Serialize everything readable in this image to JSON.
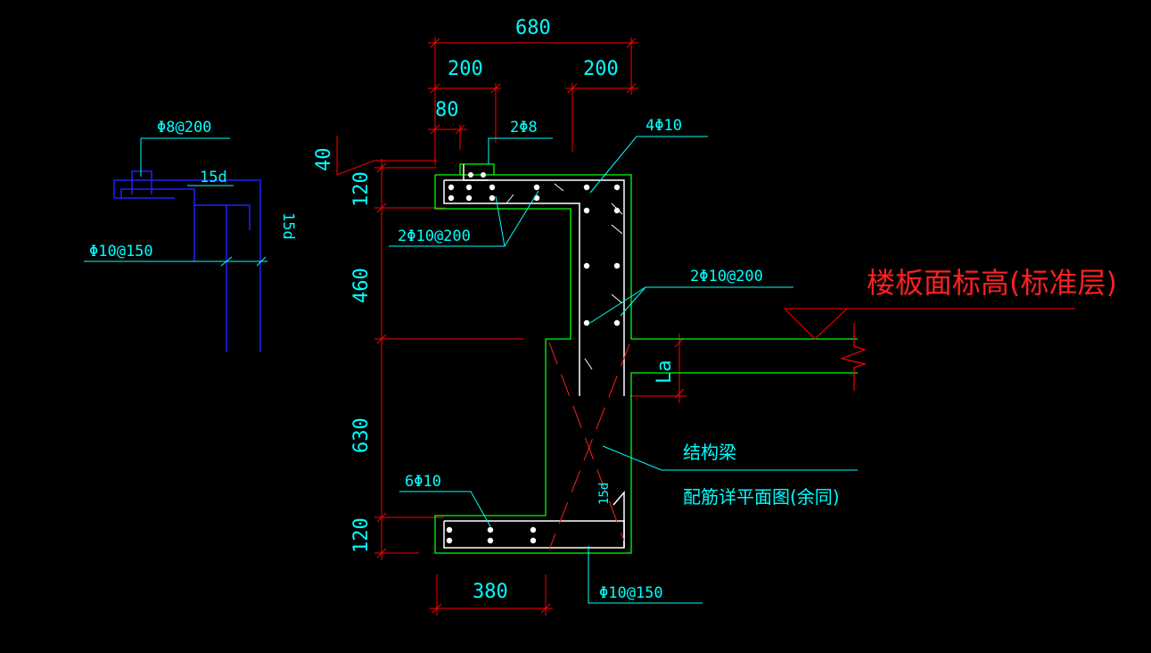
{
  "colors": {
    "background": "#000000",
    "dimension_line": "#ff0000",
    "text": "#00ffff",
    "outline": "#00ff00",
    "rebar": "#ffffff",
    "detail": "#0000ff",
    "section_hatch": "#ff0000"
  },
  "dimensions": {
    "top_total": "680",
    "top_left": "200",
    "top_right": "200",
    "top_small": "80",
    "side_40": "40",
    "side_120_top": "120",
    "side_460": "460",
    "side_630": "630",
    "side_120_bottom": "120",
    "bottom_380": "380",
    "lap": "La",
    "hook_bottom": "15d"
  },
  "rebar_labels": {
    "top_2phi8": "2Φ8",
    "top_4phi10": "4Φ10",
    "upper_2phi10_200": "2Φ10@200",
    "side_2phi10_200": "2Φ10@200",
    "bottom_6phi10": "6Φ10",
    "stirrup_phi10_150": "Φ10@150"
  },
  "detail": {
    "phi8_200": "Φ8@200",
    "hook_15d_top": "15d",
    "hook_15d_side": "15d",
    "phi10_150": "Φ10@150"
  },
  "notes": {
    "floor_elevation": "楼板面标高(标准层)",
    "structural_beam": "结构梁",
    "reinforcement_note": "配筋详平面图(余同)"
  }
}
